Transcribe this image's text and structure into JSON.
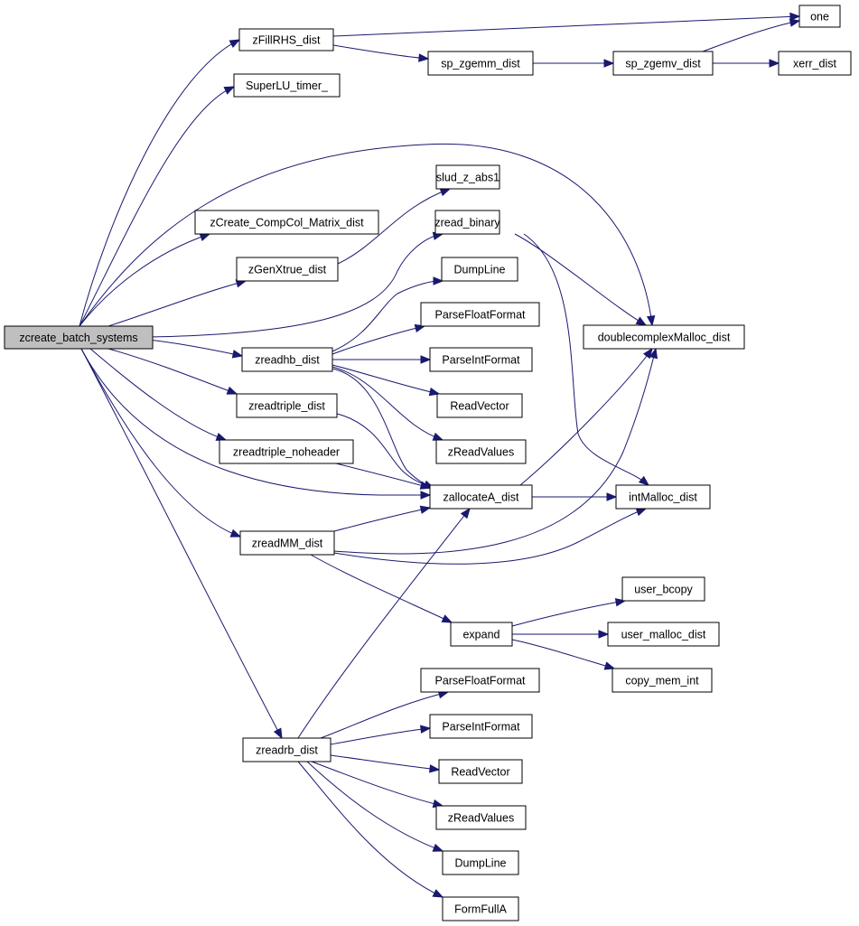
{
  "diagram": {
    "type": "call-graph",
    "colors": {
      "edge": "#191970",
      "root_fill": "#bfbfbf",
      "node_fill": "#ffffff",
      "node_border": "#000000"
    },
    "nodes": [
      {
        "id": "root",
        "label": "zcreate_batch_systems",
        "root": true
      },
      {
        "id": "zFillRHS",
        "label": "zFillRHS_dist"
      },
      {
        "id": "timer",
        "label": "SuperLU_timer_"
      },
      {
        "id": "compcol",
        "label": "zCreate_CompCol_Matrix_dist"
      },
      {
        "id": "genx",
        "label": "zGenXtrue_dist"
      },
      {
        "id": "zreadhb",
        "label": "zreadhb_dist"
      },
      {
        "id": "ztrip",
        "label": "zreadtriple_dist"
      },
      {
        "id": "ztripnh",
        "label": "zreadtriple_noheader"
      },
      {
        "id": "zmm",
        "label": "zreadMM_dist"
      },
      {
        "id": "zrb",
        "label": "zreadrb_dist"
      },
      {
        "id": "spgemm",
        "label": "sp_zgemm_dist"
      },
      {
        "id": "spgemv",
        "label": "sp_zgemv_dist"
      },
      {
        "id": "one",
        "label": "one"
      },
      {
        "id": "xerr",
        "label": "xerr_dist"
      },
      {
        "id": "abs1",
        "label": "slud_z_abs1"
      },
      {
        "id": "zbin",
        "label": "zread_binary"
      },
      {
        "id": "dump1",
        "label": "DumpLine"
      },
      {
        "id": "pff1",
        "label": "ParseFloatFormat"
      },
      {
        "id": "pif1",
        "label": "ParseIntFormat"
      },
      {
        "id": "rv1",
        "label": "ReadVector"
      },
      {
        "id": "zrv1",
        "label": "zReadValues"
      },
      {
        "id": "alloc",
        "label": "zallocateA_dist"
      },
      {
        "id": "dcm",
        "label": "doublecomplexMalloc_dist"
      },
      {
        "id": "imal",
        "label": "intMalloc_dist"
      },
      {
        "id": "expand",
        "label": "expand"
      },
      {
        "id": "ubcopy",
        "label": "user_bcopy"
      },
      {
        "id": "umalloc",
        "label": "user_malloc_dist"
      },
      {
        "id": "cmi",
        "label": "copy_mem_int"
      },
      {
        "id": "pff2",
        "label": "ParseFloatFormat"
      },
      {
        "id": "pif2",
        "label": "ParseIntFormat"
      },
      {
        "id": "rv2",
        "label": "ReadVector"
      },
      {
        "id": "zrv2",
        "label": "zReadValues"
      },
      {
        "id": "dump2",
        "label": "DumpLine"
      },
      {
        "id": "ffa",
        "label": "FormFullA"
      }
    ],
    "edges": [
      [
        "root",
        "zFillRHS"
      ],
      [
        "root",
        "timer"
      ],
      [
        "root",
        "dcm"
      ],
      [
        "root",
        "compcol"
      ],
      [
        "root",
        "genx"
      ],
      [
        "root",
        "zbin"
      ],
      [
        "root",
        "zreadhb"
      ],
      [
        "root",
        "ztrip"
      ],
      [
        "root",
        "ztripnh"
      ],
      [
        "root",
        "alloc"
      ],
      [
        "root",
        "zmm"
      ],
      [
        "root",
        "zrb"
      ],
      [
        "zFillRHS",
        "one"
      ],
      [
        "zFillRHS",
        "spgemm"
      ],
      [
        "spgemm",
        "spgemv"
      ],
      [
        "spgemv",
        "one"
      ],
      [
        "spgemv",
        "xerr"
      ],
      [
        "genx",
        "abs1"
      ],
      [
        "zbin",
        "dcm"
      ],
      [
        "zbin",
        "imal"
      ],
      [
        "zreadhb",
        "dump1"
      ],
      [
        "zreadhb",
        "pff1"
      ],
      [
        "zreadhb",
        "pif1"
      ],
      [
        "zreadhb",
        "rv1"
      ],
      [
        "zreadhb",
        "zrv1"
      ],
      [
        "zreadhb",
        "alloc"
      ],
      [
        "ztrip",
        "alloc"
      ],
      [
        "ztripnh",
        "alloc"
      ],
      [
        "alloc",
        "dcm"
      ],
      [
        "alloc",
        "imal"
      ],
      [
        "zmm",
        "alloc"
      ],
      [
        "zmm",
        "dcm"
      ],
      [
        "zmm",
        "imal"
      ],
      [
        "zmm",
        "expand"
      ],
      [
        "expand",
        "ubcopy"
      ],
      [
        "expand",
        "umalloc"
      ],
      [
        "expand",
        "cmi"
      ],
      [
        "zrb",
        "alloc"
      ],
      [
        "zrb",
        "pff2"
      ],
      [
        "zrb",
        "pif2"
      ],
      [
        "zrb",
        "rv2"
      ],
      [
        "zrb",
        "zrv2"
      ],
      [
        "zrb",
        "dump2"
      ],
      [
        "zrb",
        "ffa"
      ]
    ]
  }
}
